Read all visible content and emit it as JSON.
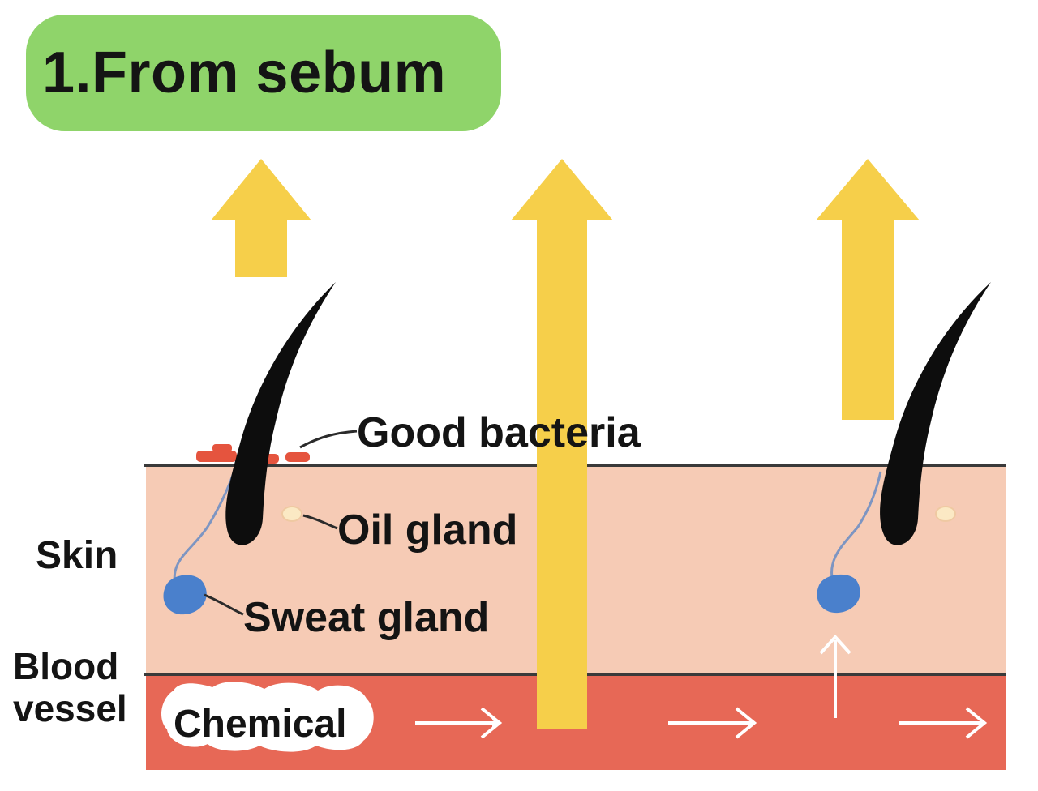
{
  "title": "1.From sebum",
  "labels": {
    "good_bacteria": "Good bacteria",
    "oil_gland": "Oil gland",
    "sweat_gland": "Sweat gland",
    "skin": "Skin",
    "blood_vessel_line1": "Blood",
    "blood_vessel_line2": "vessel",
    "chemical": "Chemical"
  },
  "colors": {
    "title_badge": "#8fd46a",
    "skin": "#f6cbb5",
    "blood": "#e76856",
    "arrow_yellow": "#f6cf4a",
    "hair": "#0d0d0d",
    "bacteria": "#e5543e",
    "sweat_gland": "#4a80cc",
    "oil_gland": "#fbe9c4",
    "line": "#2b2b2b"
  }
}
